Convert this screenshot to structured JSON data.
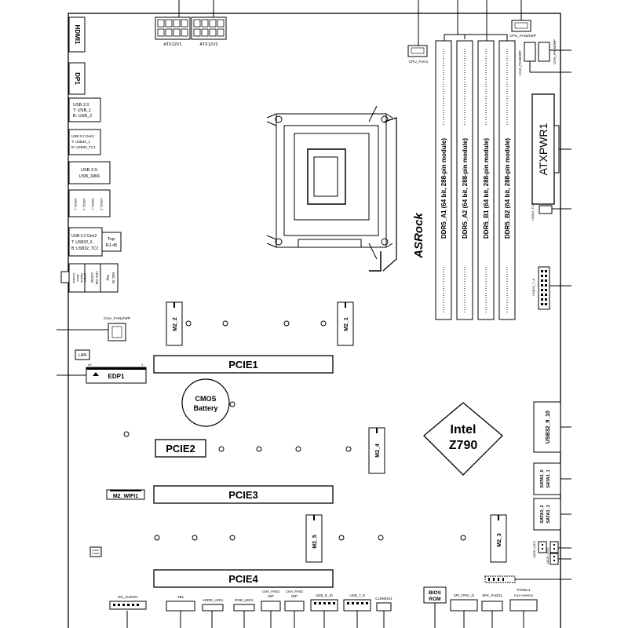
{
  "rear_io": {
    "hdmi": "HDMI1",
    "dp": "DP1",
    "usb20_top": [
      "USB 2.0",
      "T: USB_1",
      "B: USB_2"
    ],
    "usb32_top": [
      "USB 3.2 Gen2",
      "T: USB32_1",
      "B: USB32_TC1"
    ],
    "usb_3456": [
      "USB 2.0:",
      "USB_3456"
    ],
    "usb32_stack": [
      "USB 3.2 Gen2",
      "T: USB32_6",
      "B: USB32_TC2"
    ],
    "rj45": [
      "Top:",
      "RJ-45"
    ],
    "audio_a": [
      "Central",
      "Bass",
      "Optical",
      "SPDIF"
    ],
    "audio_b": [
      "Center",
      "Line Out"
    ],
    "audio_c": [
      "Top:",
      "MIC IN"
    ],
    "usb_vert": [
      "USB32_2",
      "USB32_3",
      "USB32_4",
      "USB32_5"
    ]
  },
  "power": {
    "atx12v1": "ATX12V1",
    "atx12v2": "ATX12V2",
    "atxpwr1": "ATXPWR1"
  },
  "fans": {
    "cpu_fan1": "CPU_FAN1",
    "cpu_fan2": "CPU_FAN2/WP",
    "cha_fan5": "CHA_FAN5/WP",
    "cha_fan4": "CHA_FAN4/WP",
    "cha_fan1": "CHA_FAN1/WP",
    "cha_fan3": [
      "CHA_FAN3",
      "/WP"
    ],
    "cha_fan2": [
      "CHA_FAN2",
      "/WP"
    ]
  },
  "memory": [
    "DDR5_A1 (64 bit, 288-pin module)",
    "DDR5_A2 (64 bit, 288-pin module)",
    "DDR5_B1 (64 bit, 288-pin module)",
    "DDR5_B2 (64 bit, 288-pin module)"
  ],
  "brand": "ASRock",
  "chipset": [
    "Intel",
    "Z790"
  ],
  "m2": {
    "m2_1": "M2_1",
    "m2_2": "M2_2",
    "m2_3": "M2_3",
    "m2_4": "M2_4",
    "m2_5": "M2_5",
    "wifi": "M2_WIFI1"
  },
  "pcie": {
    "pcie1": "PCIE1",
    "pcie2": "PCIE2",
    "pcie3": "PCIE3",
    "pcie4": "PCIE4"
  },
  "misc": {
    "lan": "LAN",
    "edp": "EDP1",
    "edp_pin_left": "40",
    "edp_pin_right": "1",
    "cmos": [
      "CMOS",
      "Battery"
    ],
    "usb32_tc3": "USB32_TC3",
    "usb_7_8_side": "USB32_7_8",
    "usb32_9_10": "USB32_9_10",
    "sata01": [
      "SATA3_0",
      "SATA3_1"
    ],
    "sata23": [
      "SATA3_2",
      "SATA3_3"
    ],
    "addr_led3": "ADDR_LED3",
    "addr_led2": "ADDR_LED2",
    "audio_codec": [
      "AUDIO",
      "CODEC"
    ],
    "bios_rom": [
      "BIOS",
      "ROM"
    ]
  },
  "bottom_headers": {
    "hd_audio": "HD_AUDIO1",
    "tb": "TB1",
    "addr_led1": "ADDR_LED1",
    "rgb_led1": "RGB_LED1",
    "usb_9_10": "USB_9_10",
    "usb_7_8": "USB_7_8",
    "clrmos": "CLRMOS1",
    "spi": "SPI_TPM_J1",
    "spk": "SPK_PLED1",
    "panel": "PANEL1",
    "panel_sub": "PLED PWRBTN"
  }
}
